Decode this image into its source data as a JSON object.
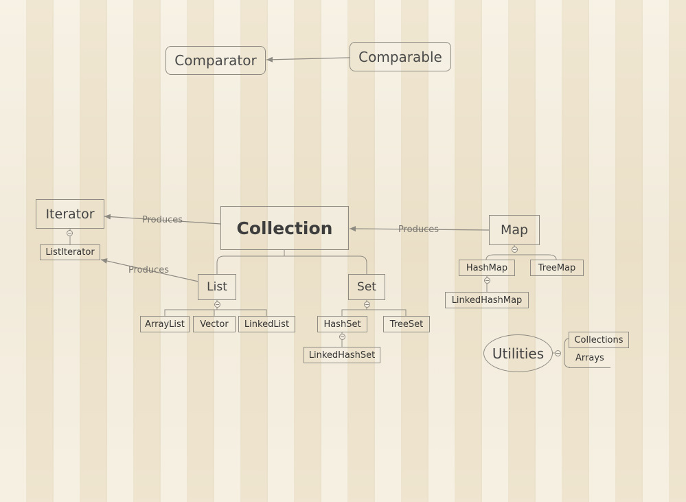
{
  "nodes": {
    "comparator": "Comparator",
    "comparable": "Comparable",
    "iterator": "Iterator",
    "list_iterator": "ListIterator",
    "collection": "Collection",
    "map": "Map",
    "list": "List",
    "set": "Set",
    "array_list": "ArrayList",
    "vector": "Vector",
    "linked_list": "LinkedList",
    "hash_set": "HashSet",
    "tree_set": "TreeSet",
    "linked_hash_set": "LinkedHashSet",
    "hash_map": "HashMap",
    "tree_map": "TreeMap",
    "linked_hash_map": "LinkedHashMap",
    "utilities": "Utilities",
    "collections": "Collections",
    "arrays": "Arrays"
  },
  "edge_labels": {
    "collection_iterator": "Produces",
    "map_collection": "Produces",
    "list_listiterator": "Produces"
  },
  "icons": {
    "collapse": "minus-circle-icon",
    "arrow": "arrow-head-icon"
  },
  "colors": {
    "line": "#8d8a82",
    "label": "#7a7770"
  }
}
